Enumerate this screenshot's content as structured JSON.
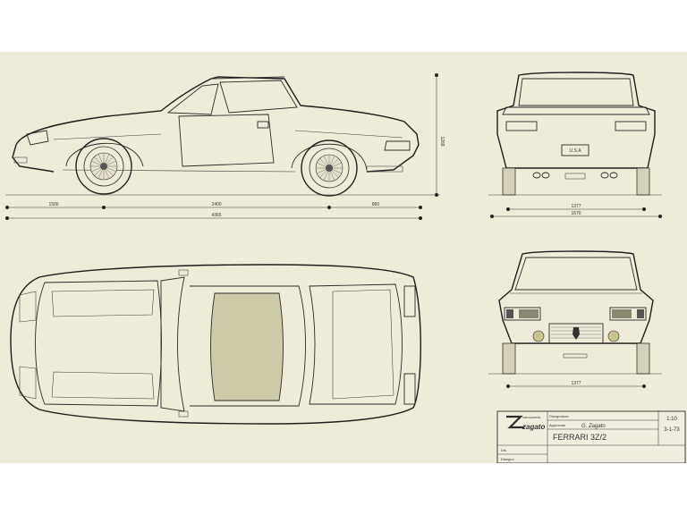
{
  "drawing": {
    "colors": {
      "paper": "#efebd9",
      "line": "#2b2b2b",
      "glass_tint": "#b7b58c",
      "light_tint": "#c9c48f"
    },
    "side_view": {
      "dim_wheelbase": "2400",
      "dim_front_overhang": "1500",
      "dim_rear_overhang": "860",
      "dim_overall_length": "4365",
      "dim_height": "1268"
    },
    "rear_view": {
      "plate_text": "U.S.A",
      "dim_track": "1377",
      "dim_width": "1670"
    },
    "front_view": {
      "dim_track": "1377"
    },
    "title_block": {
      "maker_small": "carrozzeria",
      "maker": "zagato",
      "field_1": "Disegnatore",
      "field_2": "Approvato",
      "signature": "G. Zagato",
      "scale": "1:10",
      "date": "3-1-73",
      "title": "FERRARI 3Z/2",
      "field_3": "Dis.",
      "field_4": "Disegno"
    }
  }
}
